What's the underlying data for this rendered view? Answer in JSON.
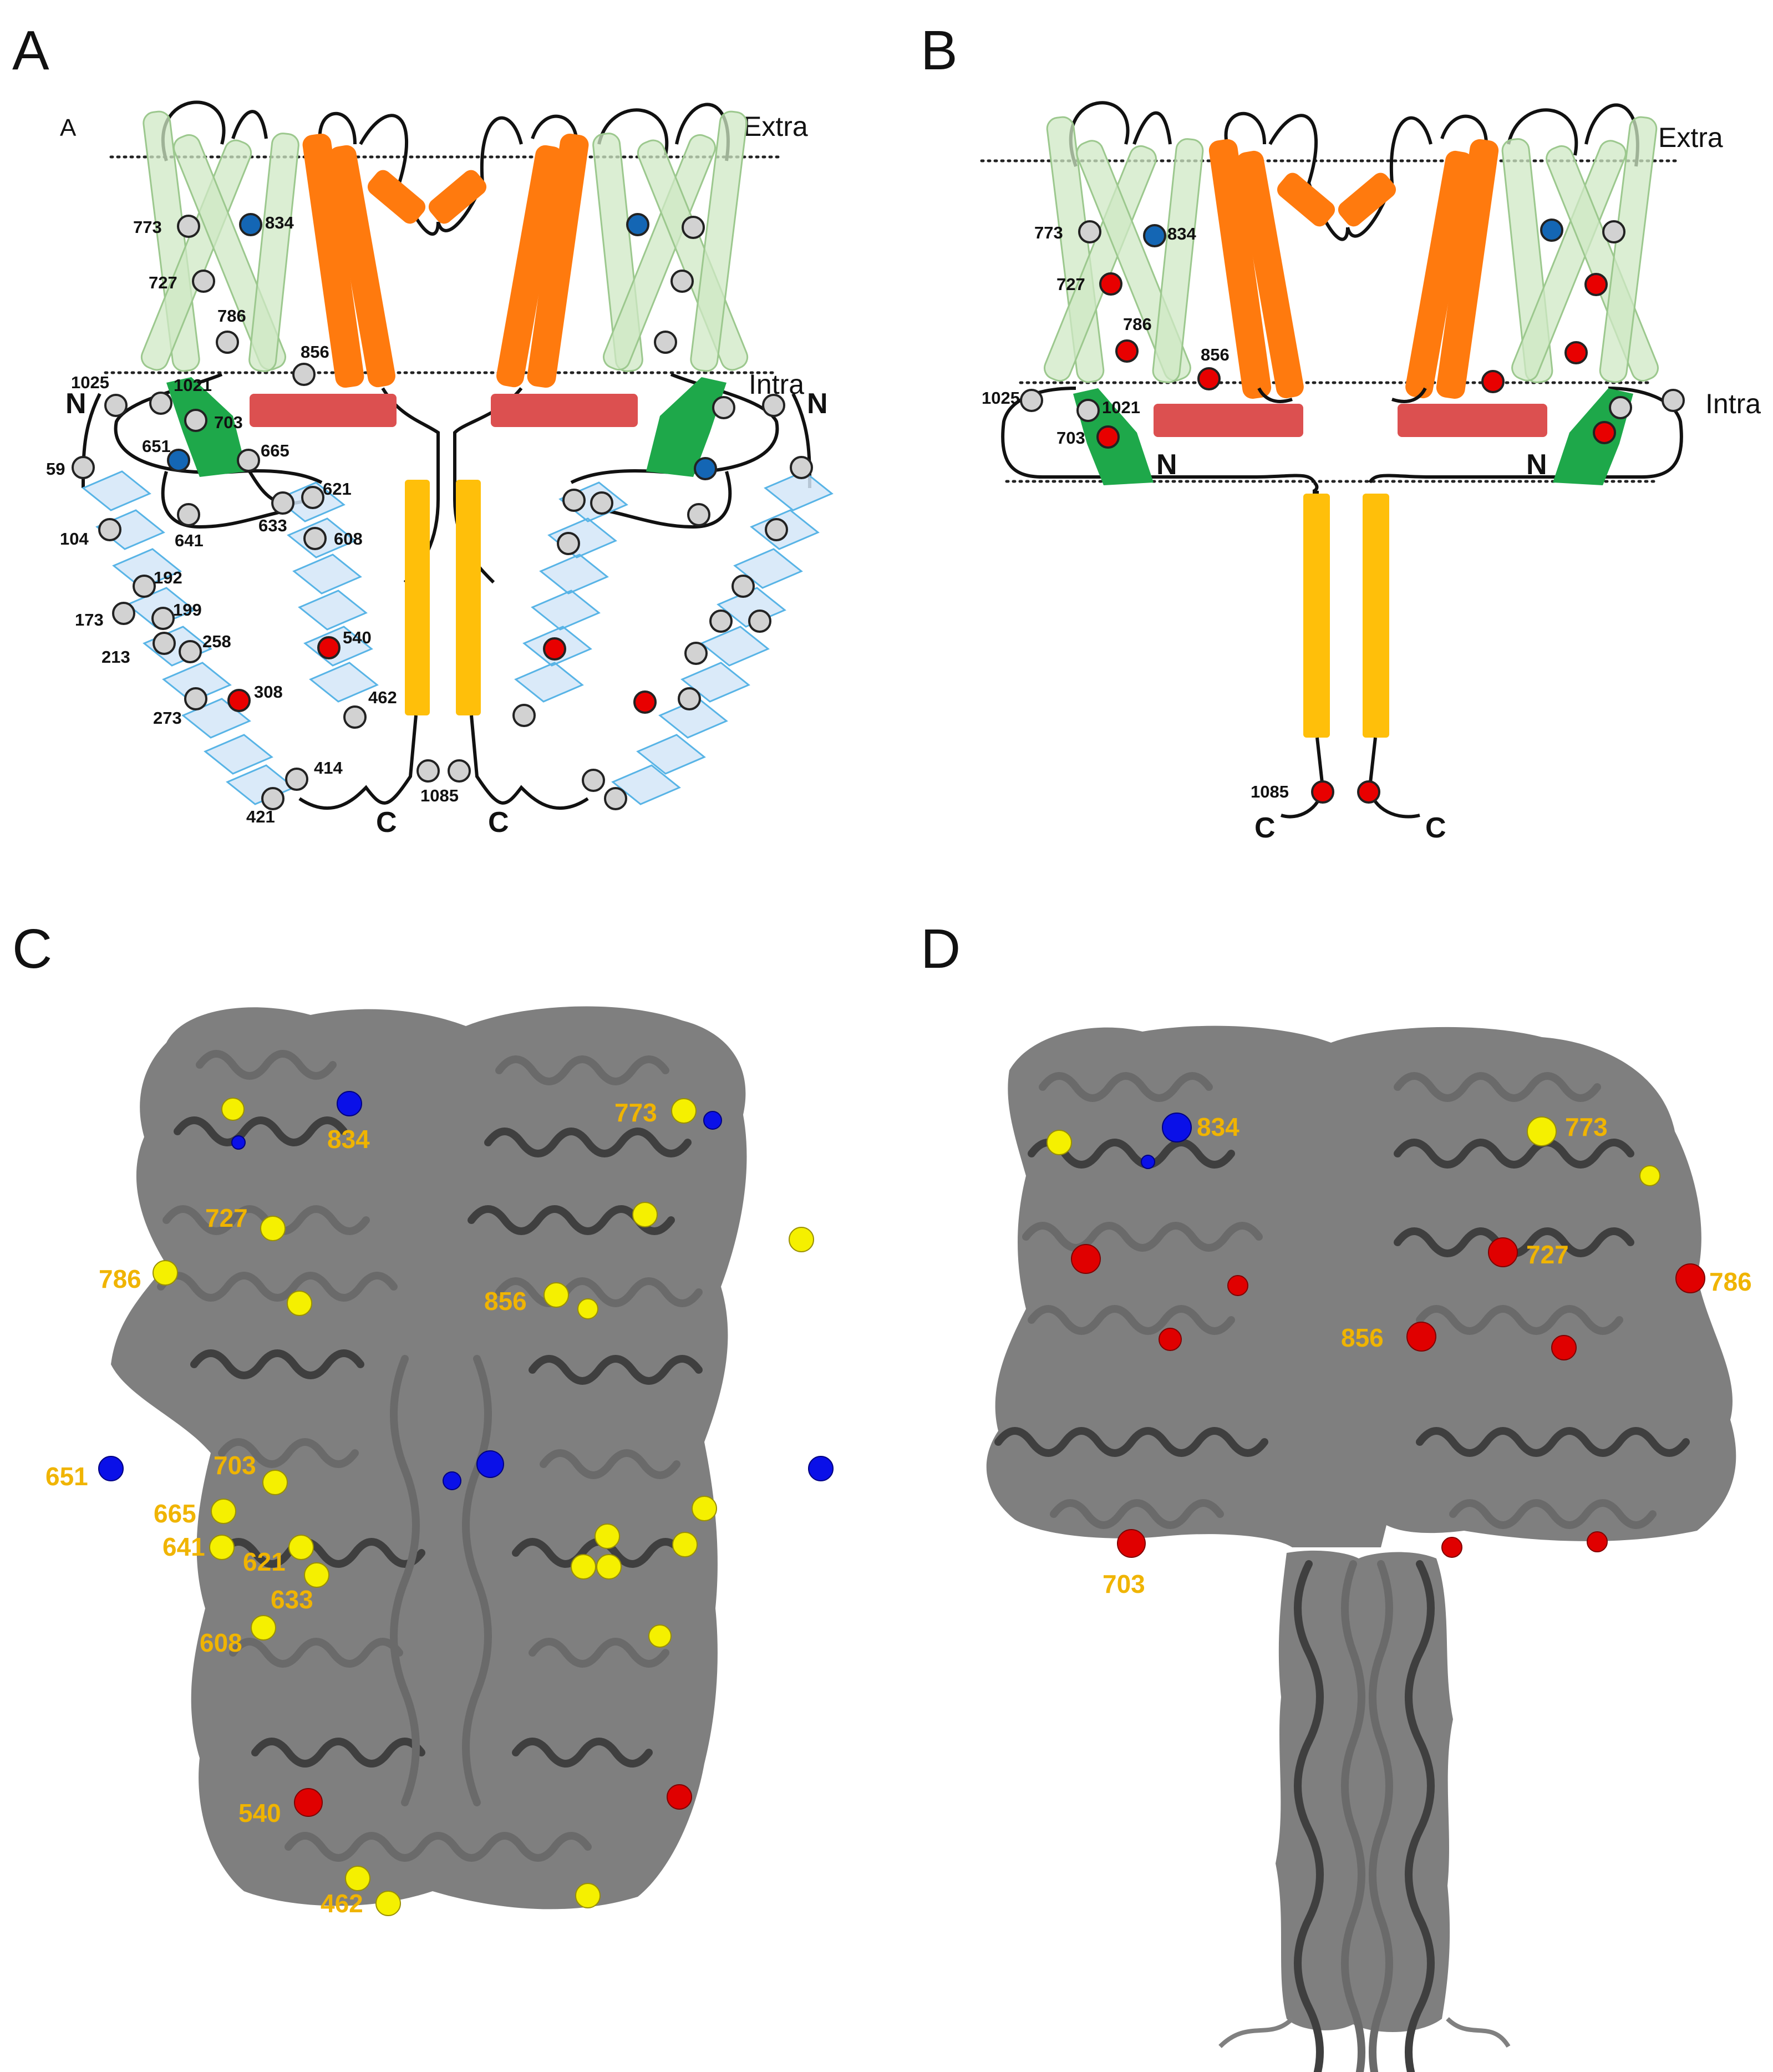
{
  "panels": {
    "a": {
      "letter": "A",
      "corner_label": "A",
      "extra_label": "Extra",
      "intra_label": "Intra",
      "n_label": "N",
      "c_label": "C"
    },
    "b": {
      "letter": "B",
      "extra_label": "Extra",
      "intra_label": "Intra",
      "n_label": "N",
      "c_label": "C"
    },
    "c": {
      "letter": "C"
    },
    "d": {
      "letter": "D"
    }
  },
  "residues_a": [
    "773",
    "834",
    "727",
    "786",
    "856",
    "1025",
    "1021",
    "703",
    "651",
    "665",
    "59",
    "621",
    "633",
    "608",
    "641",
    "104",
    "192",
    "199",
    "173",
    "213",
    "258",
    "540",
    "308",
    "273",
    "462",
    "414",
    "1085",
    "421"
  ],
  "residues_b": [
    "773",
    "834",
    "727",
    "786",
    "856",
    "1025",
    "1021",
    "703",
    "1085"
  ],
  "structure_labels_c": [
    "834",
    "773",
    "727",
    "786",
    "856",
    "651",
    "703",
    "665",
    "641",
    "621",
    "633",
    "608",
    "540",
    "462"
  ],
  "structure_labels_d": [
    "834",
    "773",
    "727",
    "786",
    "856",
    "703"
  ],
  "colors": {
    "orange": "#ff7a0e",
    "green_light": "#cfe8c4",
    "green": "#1ea84a",
    "blue_light": "#d4e6f8",
    "red_box": "#dc5050",
    "yellow": "#ffbf0a",
    "label_gold": "#f0b400",
    "red": "#e80000",
    "blue": "#1466b4"
  }
}
